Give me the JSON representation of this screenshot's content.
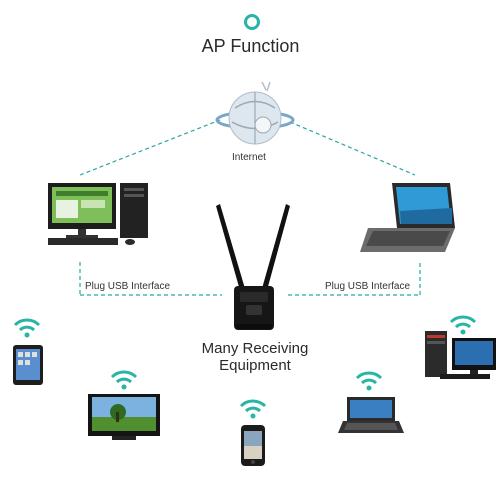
{
  "header": {
    "title": "AP Function"
  },
  "internet": {
    "label": "Internet"
  },
  "links": {
    "left_label": "Plug USB Interface",
    "right_label": "Plug USB Interface"
  },
  "center": {
    "line1": "Many Receiving",
    "line2": "Equipment"
  },
  "colors": {
    "accent": "#27b5a6",
    "dashed_line": "#2aa6a0"
  },
  "devices": [
    "desktop-computer",
    "laptop",
    "tablet",
    "television",
    "smartphone",
    "small-laptop",
    "desktop-workstation"
  ]
}
